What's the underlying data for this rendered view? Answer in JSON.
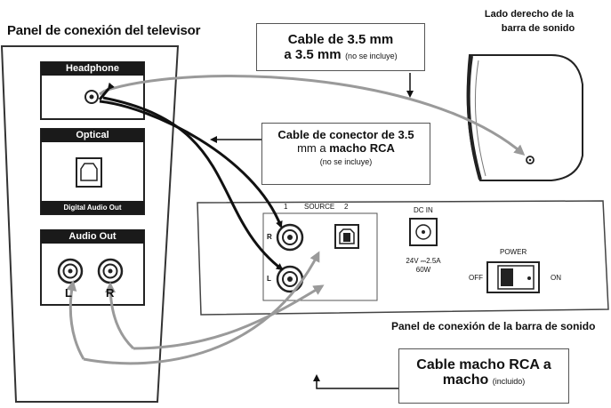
{
  "tv_panel": {
    "title": "Panel de conexión del televisor",
    "headphone_label": "Headphone",
    "optical_label": "Optical",
    "optical_caption": "Digital Audio Out",
    "audio_out_label": "Audio Out",
    "left_label": "L",
    "right_label": "R"
  },
  "soundbar_side": {
    "title_line1": "Lado derecho de la",
    "title_line2": "barra de sonido"
  },
  "soundbar_panel": {
    "title": "Panel de conexión de la barra de sonido",
    "source_1": "1",
    "source_label": "SOURCE",
    "source_2": "2",
    "r_label": "R",
    "l_label": "L",
    "dc_in_label": "DC IN",
    "power_spec_line1": "24V ⎓2.5A",
    "power_spec_line2": "60W",
    "power_label": "POWER",
    "off_label": "OFF",
    "on_label": "ON"
  },
  "callouts": {
    "cable_35": {
      "line1": "Cable de 3.5 mm",
      "line2": "a 3.5 mm",
      "note": "(no se incluye)"
    },
    "cable_rca_connector": {
      "line1": "Cable de conector de 3.5",
      "line2_prefix": "mm a ",
      "line2_bold": "macho RCA",
      "note": "(no se incluye)"
    },
    "cable_rca_rca": {
      "line1": "Cable macho RCA a",
      "line2": "macho",
      "note": "(incluido)"
    }
  }
}
